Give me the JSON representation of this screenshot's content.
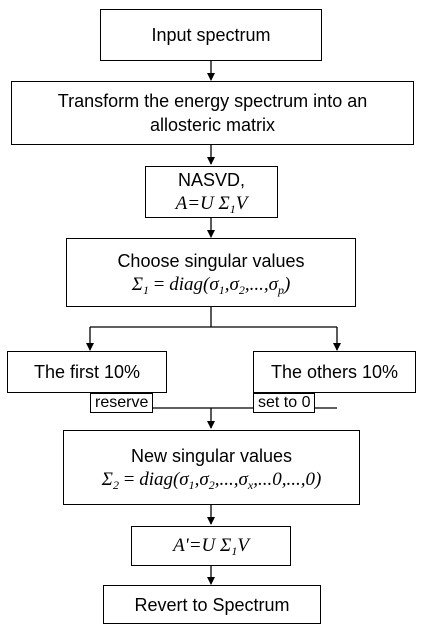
{
  "steps": {
    "input": "Input spectrum",
    "transform": {
      "line1": "Transform the energy spectrum into an",
      "line2": "allosteric matrix"
    },
    "nasvd": {
      "title": "NASVD,"
    },
    "choose": {
      "title": "Choose singular values"
    },
    "first": "The first 10%",
    "others": "The others 10%",
    "new_values": {
      "title": "New singular values"
    },
    "revert": "Revert to Spectrum"
  },
  "labels": {
    "reserve": "reserve",
    "set_to_zero": "set to 0"
  }
}
